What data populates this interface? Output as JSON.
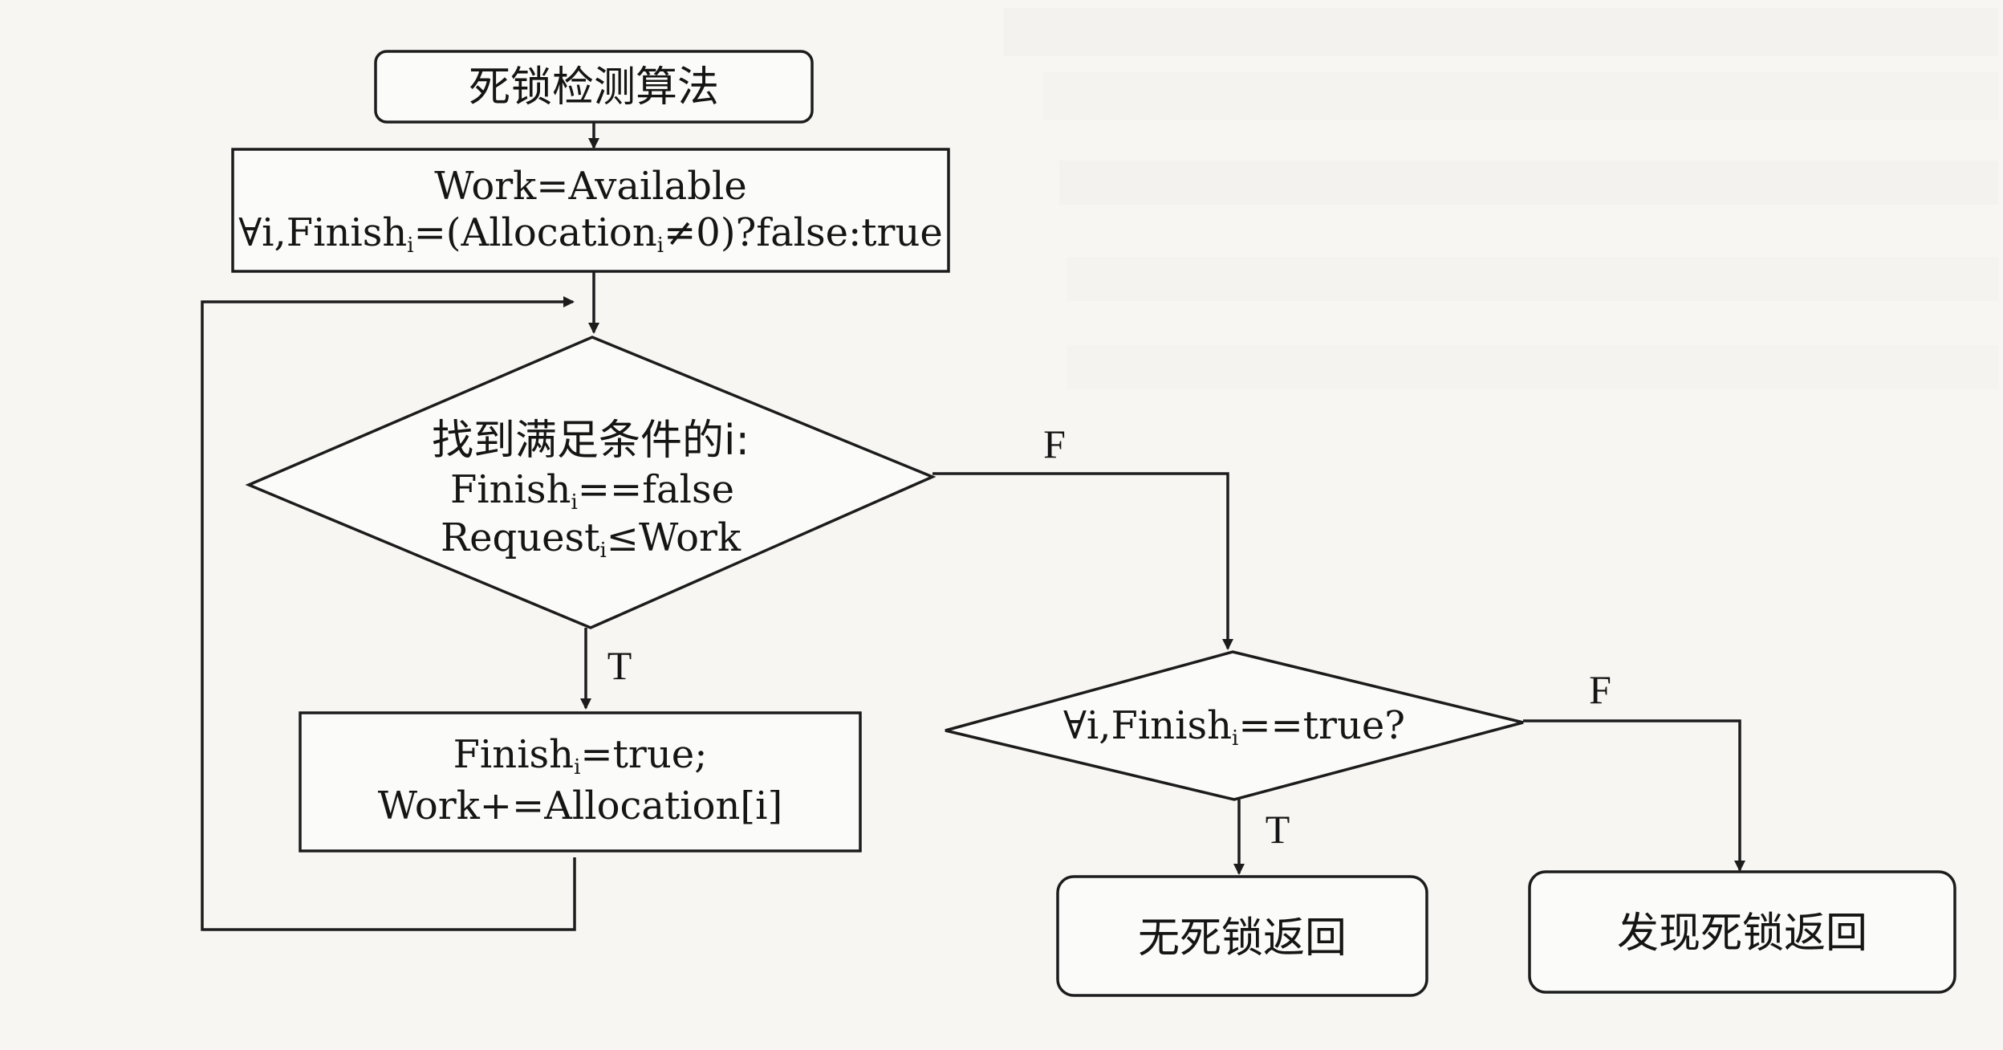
{
  "diagram": {
    "start": {
      "text": "死锁检测算法"
    },
    "init": {
      "line1": "Work=Available",
      "line2_prefix": "∀i,Finish",
      "line2_sub": "i",
      "line2_mid": "=(Allocation",
      "line2_sub2": "i",
      "line2_suffix": "≠0)?false:true"
    },
    "decision1": {
      "line1": "找到满足条件的i:",
      "line2_prefix": "Finish",
      "line2_sub": "i",
      "line2_suffix": "==false",
      "line3_prefix": "Request",
      "line3_sub": "i",
      "line3_suffix": "≤Work"
    },
    "update": {
      "line1_prefix": "Finish",
      "line1_sub": "i",
      "line1_suffix": "=true;",
      "line2": "Work+=Allocation[i]"
    },
    "decision2": {
      "text_prefix": "∀i,Finish",
      "text_sub": "i",
      "text_suffix": "==true?"
    },
    "end_no_deadlock": {
      "text": "无死锁返回"
    },
    "end_deadlock": {
      "text": "发现死锁返回"
    },
    "edge_labels": {
      "d1_false": "F",
      "d1_true": "T",
      "d2_false": "F",
      "d2_true": "T"
    }
  }
}
